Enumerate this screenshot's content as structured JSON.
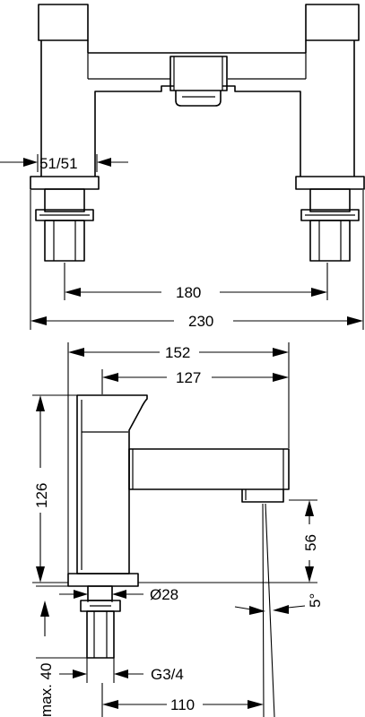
{
  "dimensions": {
    "top_conn": "51/51",
    "center_distance": "180",
    "overall_width": "230",
    "depth_total": "152",
    "spout_reach": "127",
    "height": "126",
    "spout_height": "56",
    "base_diameter": "Ø28",
    "spout_angle": "5°",
    "max_deck_thickness": "max. 40",
    "thread": "G3/4",
    "axis_to_outlet": "110"
  }
}
